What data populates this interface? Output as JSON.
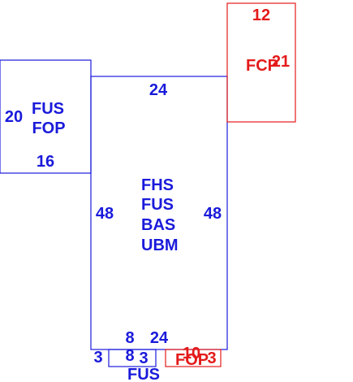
{
  "colors": {
    "main": "#1a1adb",
    "garage": "#e41a1a",
    "background": "#ffffff"
  },
  "main_section": {
    "codes": [
      "FHS",
      "FUS",
      "BAS",
      "UBM"
    ],
    "top": "24",
    "left": "48",
    "right": "48",
    "bottom": "24",
    "bottom_notch": "8"
  },
  "left_wing": {
    "codes": [
      "FUS",
      "FOP"
    ],
    "side": "20",
    "bottom": "16"
  },
  "top_right_section": {
    "code": "FCP",
    "top": "12",
    "side": "21"
  },
  "bottom_stoop": {
    "left": "3",
    "middle": "8",
    "right": "3",
    "label": "FUS"
  },
  "bottom_porch": {
    "code": "FOP",
    "dim_a": "10",
    "dim_b": "3"
  }
}
